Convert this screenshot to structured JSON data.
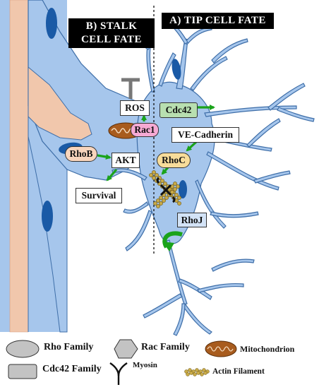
{
  "panels": {
    "stalk": {
      "line1": "B) STALK",
      "line2": "CELL FATE"
    },
    "tip": {
      "label": "A) TIP CELL FATE"
    }
  },
  "nodes": {
    "ros": "ROS",
    "cdc42": "Cdc42",
    "rac1": "Rac1",
    "ve_cadherin": "VE-Cadherin",
    "rhob": "RhoB",
    "akt": "AKT",
    "rhoc": "RhoC",
    "survival": "Survival",
    "rhoj": "RhoJ"
  },
  "legend": {
    "rho_family": "Rho Family",
    "rac_family": "Rac Family",
    "mitochondrion": "Mitochondrion",
    "cdc42_family": "Cdc42 Family",
    "myosin": "Myosin",
    "actin_filament": "Actin Filament"
  },
  "colors": {
    "cell_fill": "#a6c6ec",
    "cell_stroke": "#3e6ea8",
    "nucleus": "#1a5aa6",
    "vessel_lumen": "#f1c7ac",
    "arrow": "#1aa31a",
    "cdc42_fill": "#b8dfb0",
    "rac1_fill": "#f6a9d3",
    "rho_fill": "#f7dc9a",
    "rhob_fill": "#f8d5bd",
    "mito_fill": "#a85c1e",
    "actin_fill": "#c8aa48"
  }
}
